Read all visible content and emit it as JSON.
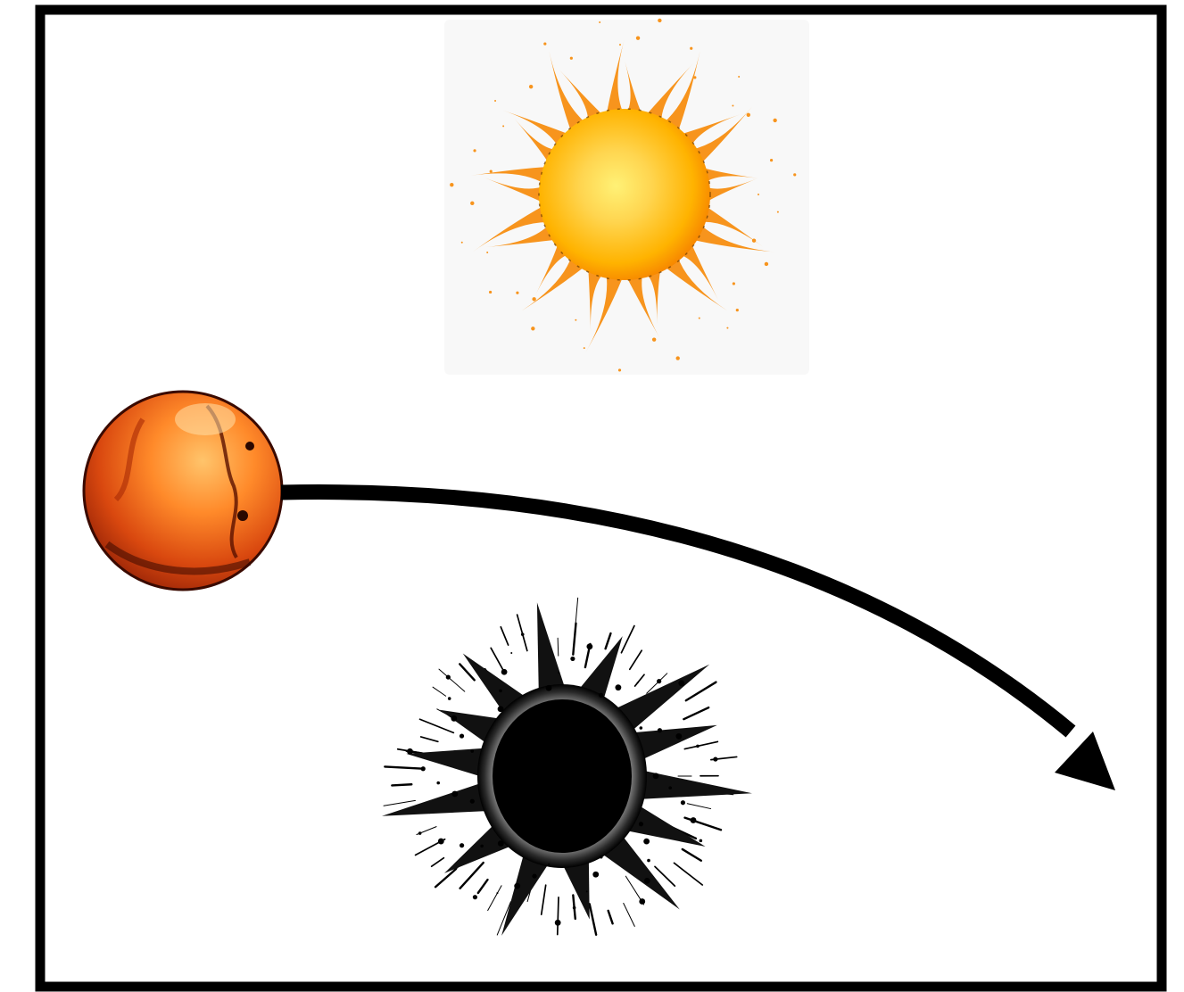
{
  "diagram": {
    "frame": {
      "border_color": "#000000",
      "background": "#ffffff"
    },
    "objects": [
      {
        "id": "sun",
        "icon": "sun-icon",
        "color": "#f7a21b"
      },
      {
        "id": "planet",
        "icon": "planet-icon",
        "color": "#d9480f"
      },
      {
        "id": "black_hole",
        "icon": "black-hole-icon",
        "color": "#000000"
      }
    ],
    "trajectory": {
      "icon": "curved-arrow-icon",
      "color": "#000000"
    }
  }
}
